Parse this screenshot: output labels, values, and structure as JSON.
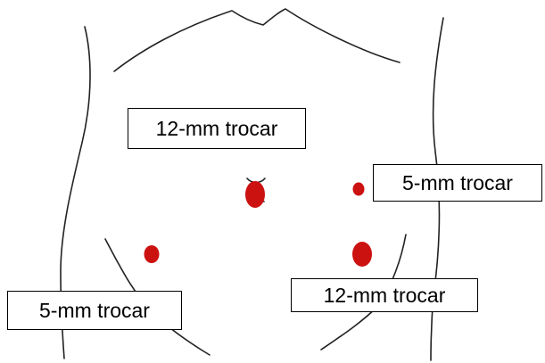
{
  "labels": {
    "upper_left": "12-mm trocar",
    "upper_right": "5-mm trocar",
    "lower_left": "5-mm trocar",
    "lower_right": "12-mm trocar"
  },
  "colors": {
    "trocar_site": "#cc1111",
    "outline": "#222222",
    "label_border": "#000000"
  }
}
